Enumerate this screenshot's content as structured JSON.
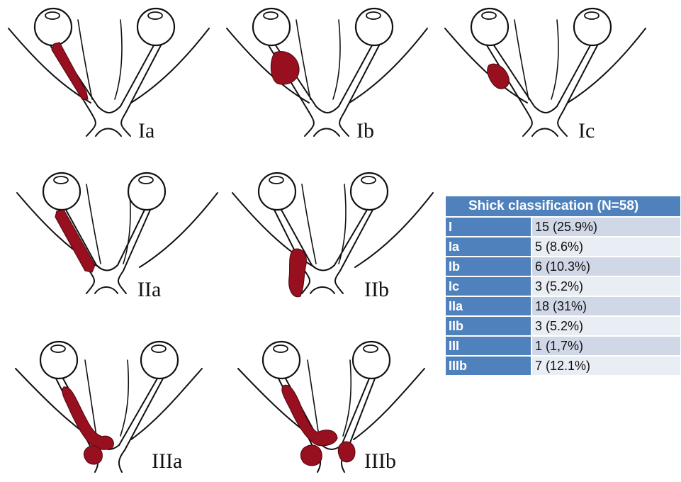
{
  "panels": [
    {
      "label": "Ia"
    },
    {
      "label": "Ib"
    },
    {
      "label": "Ic"
    },
    {
      "label": "IIa"
    },
    {
      "label": "IIb"
    },
    {
      "label": "IIIa"
    },
    {
      "label": "IIIb"
    }
  ],
  "colors": {
    "lesion": "#98101f",
    "table_header": "#4f81bd",
    "row_odd": "#d0d8e8",
    "row_even": "#e9edf4"
  },
  "table": {
    "title": "Shick classification (N=58)",
    "rows": [
      {
        "cls": "I",
        "value": "15 (25.9%)"
      },
      {
        "cls": "Ia",
        "value": "5 (8.6%)"
      },
      {
        "cls": "Ib",
        "value": "6 (10.3%)"
      },
      {
        "cls": "Ic",
        "value": "3 (5.2%)"
      },
      {
        "cls": "IIa",
        "value": "18 (31%)"
      },
      {
        "cls": "IIb",
        "value": "3 (5.2%)"
      },
      {
        "cls": "III",
        "value": "1 (1,7%)"
      },
      {
        "cls": "IIIb",
        "value": "7 (12.1%)"
      }
    ]
  }
}
